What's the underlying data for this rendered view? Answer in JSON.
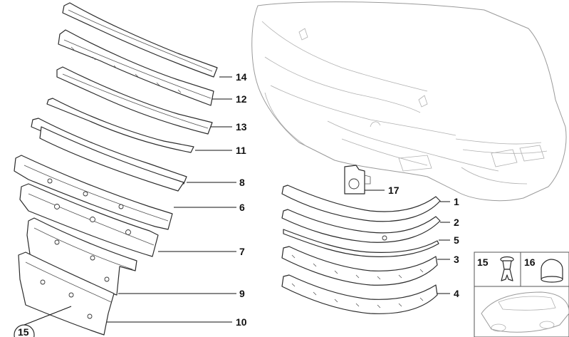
{
  "diagram": {
    "callouts": [
      {
        "id": "p14",
        "label": "14"
      },
      {
        "id": "p12",
        "label": "12"
      },
      {
        "id": "p13",
        "label": "13"
      },
      {
        "id": "p11",
        "label": "11"
      },
      {
        "id": "p8",
        "label": "8"
      },
      {
        "id": "p6",
        "label": "6"
      },
      {
        "id": "p7",
        "label": "7"
      },
      {
        "id": "p9",
        "label": "9"
      },
      {
        "id": "p10",
        "label": "10"
      },
      {
        "id": "p15b",
        "label": "15"
      },
      {
        "id": "p17",
        "label": "17"
      },
      {
        "id": "p1",
        "label": "1"
      },
      {
        "id": "p2",
        "label": "2"
      },
      {
        "id": "p5",
        "label": "5"
      },
      {
        "id": "p3",
        "label": "3"
      },
      {
        "id": "p4",
        "label": "4"
      }
    ],
    "inset": {
      "clip_label": "15",
      "cap_label": "16"
    }
  }
}
